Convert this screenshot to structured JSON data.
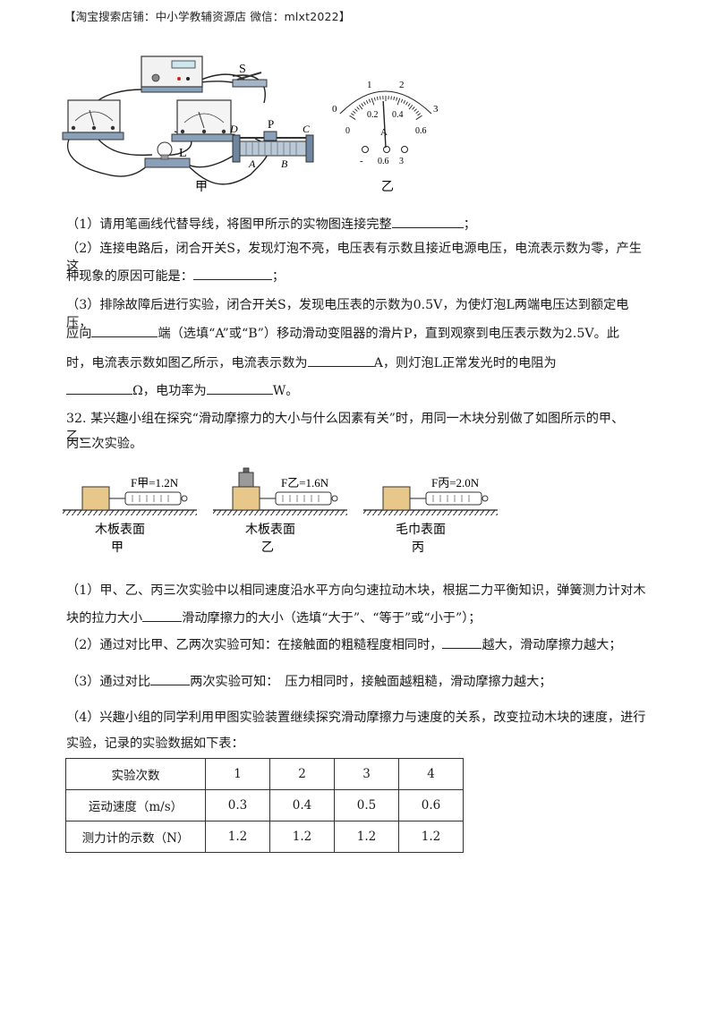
{
  "header": "【淘宝搜索店铺：中小学教辅资源店 微信：mlxt2022】",
  "figure1": {
    "label_jia": "甲",
    "label_yi": "乙",
    "switch_label": "S",
    "lamp_label": "L",
    "rheostat_labels": [
      "P",
      "D",
      "C",
      "A",
      "B"
    ],
    "ammeter_dial": {
      "unit": "A",
      "top_ticks": [
        "0",
        "1",
        "2",
        "3"
      ],
      "bottom_ticks": [
        "0",
        "0.2",
        "0.4",
        "0.6"
      ],
      "terminals": [
        "-",
        "0.6",
        "3"
      ],
      "needle_value": 0.28
    }
  },
  "q31": {
    "p1_before": "（1）请用笔画线代替导线，将图甲所示的实物图连接完整",
    "p1_after": "；",
    "p2_line1": "（2）连接电路后，闭合开关S，发现灯泡不亮，电压表有示数且接近电源电压，电流表示数为零，产生这",
    "p2_line2_before": "种现象的原因可能是：",
    "p2_line2_after": "；",
    "p3_line1": "（3）排除故障后进行实验，闭合开关S，发现电压表的示数为0.5V，为使灯泡L两端电压达到额定电压，",
    "p3_line2_a": "应向",
    "p3_line2_b": "端（选填“A”或“B”）移动滑动变阻器的滑片P，直到观察到电压表示数为2.5V。此",
    "p3_line3_a": "时，电流表示数如图乙所示，电流表示数为",
    "p3_line3_b": "A，则灯泡L正常发光时的电阻为",
    "p3_line4_a": "Ω，电功率为",
    "p3_line4_b": "W。"
  },
  "q32": {
    "stem_line1": "32. 某兴趣小组在探究“滑动摩擦力的大小与什么因素有关”时，用同一木块分别做了如图所示的甲、乙、",
    "stem_line2": "丙三次实验。",
    "experiments": [
      {
        "force": "F甲=1.2N",
        "surface": "木板表面",
        "label": "甲"
      },
      {
        "force": "F乙=1.6N",
        "surface": "木板表面",
        "label": "乙"
      },
      {
        "force": "F丙=2.0N",
        "surface": "毛巾表面",
        "label": "丙"
      }
    ],
    "p1_line1": "（1）甲、乙、丙三次实验中以相同速度沿水平方向匀速拉动木块，根据二力平衡知识，弹簧测力计对木",
    "p1_line2_a": "块的拉力大小",
    "p1_line2_b": "滑动摩擦力的大小（选填“大于”、“等于”或“小于”）；",
    "p2_a": "（2）通过对比甲、乙两次实验可知：在接触面的粗糙程度相同时，",
    "p2_b": "越大，滑动摩擦力越大；",
    "p3_a": "（3）通过对比",
    "p3_b": "两次实验可知：　压力相同时，接触面越粗糙，滑动摩擦力越大；",
    "p4_line1": "（4）兴趣小组的同学利用甲图实验装置继续探究滑动摩擦力与速度的关系，改变拉动木块的速度，进行",
    "p4_line2": "实验，记录的实验数据如下表：",
    "table": {
      "header": [
        "实验次数",
        "1",
        "2",
        "3",
        "4"
      ],
      "rows": [
        [
          "运动速度（m/s）",
          "0.3",
          "0.4",
          "0.5",
          "0.6"
        ],
        [
          "测力计的示数（N）",
          "1.2",
          "1.2",
          "1.2",
          "1.2"
        ]
      ]
    }
  }
}
